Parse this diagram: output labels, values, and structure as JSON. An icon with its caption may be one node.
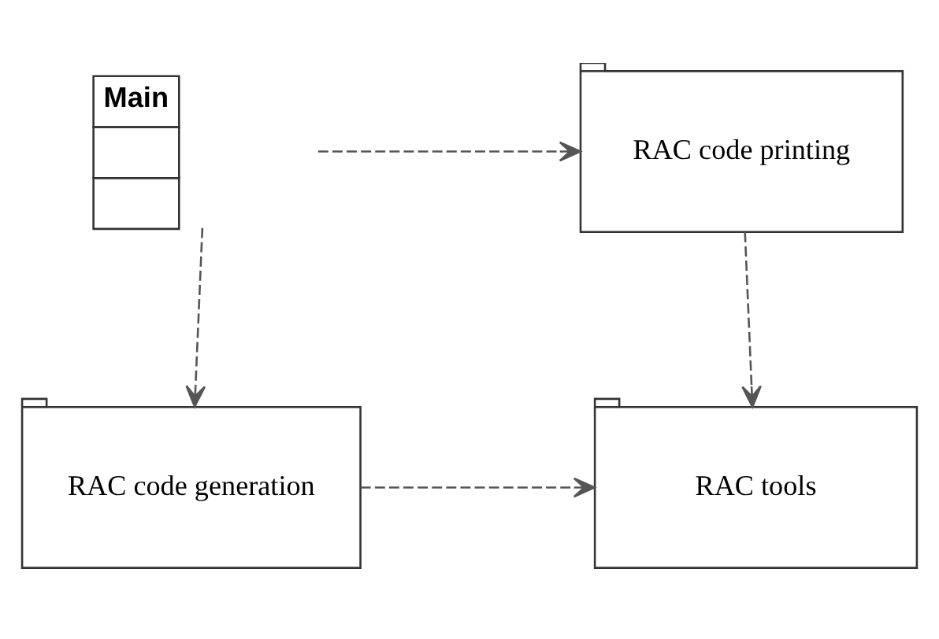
{
  "diagram": {
    "nodes": [
      {
        "text": [
          "Main"
        ]
      },
      {
        "text": [
          "RAC code printing"
        ]
      },
      {
        "text": [
          "RAC code generation"
        ]
      },
      {
        "text": [
          "RAC tools"
        ]
      }
    ],
    "edges": [
      {
        "from": 0,
        "to": 1,
        "arrow": "to",
        "style": "dashed"
      },
      {
        "from": 0,
        "to": 2,
        "arrow": "to",
        "style": "dashed"
      },
      {
        "from": 1,
        "to": 3,
        "arrow": "to",
        "style": "dashed"
      },
      {
        "from": 2,
        "to": 3,
        "arrow": "to",
        "style": "dashed"
      }
    ]
  }
}
